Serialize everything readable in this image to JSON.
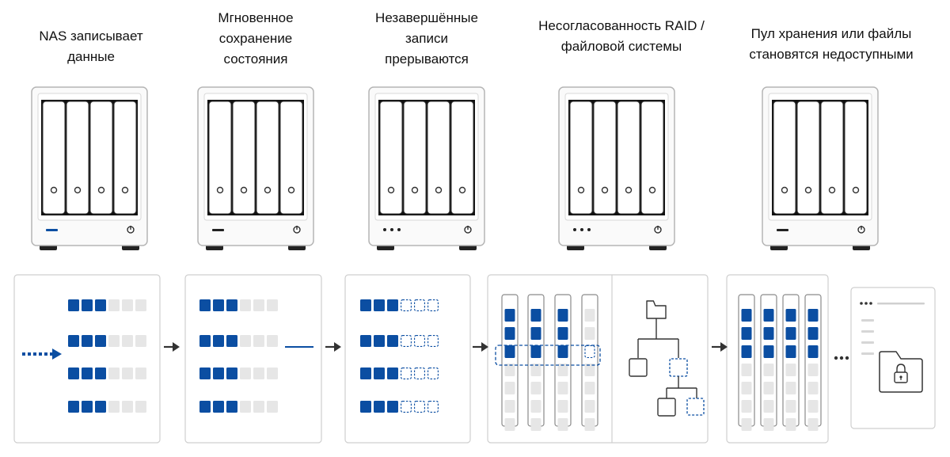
{
  "colors": {
    "accent": "#0b4ea2",
    "block_empty": "#e6e6e6",
    "panel_border": "#cfcfcf",
    "dark": "#333333"
  },
  "stages": [
    {
      "title": "NAS записывает\nданные",
      "status_light": "blue-line"
    },
    {
      "title": "Мгновенное\nсохранение\nсостояния",
      "status_light": "dark-line"
    },
    {
      "title": "Незавершённые\nзаписи\nпрерываются",
      "status_light": "three-dots"
    },
    {
      "title": "Несогласованность RAID /\nфайловой системы",
      "status_light": "three-dots"
    },
    {
      "title": "Пул хранения или файлы\nстановятся недоступными",
      "status_light": "dark-line"
    }
  ],
  "icons": {
    "nas": "nas-device-icon",
    "power": "power-icon",
    "arrow": "arrow-right-icon",
    "folder": "folder-icon",
    "lock": "lock-icon",
    "ellipsis": "ellipsis-icon"
  }
}
